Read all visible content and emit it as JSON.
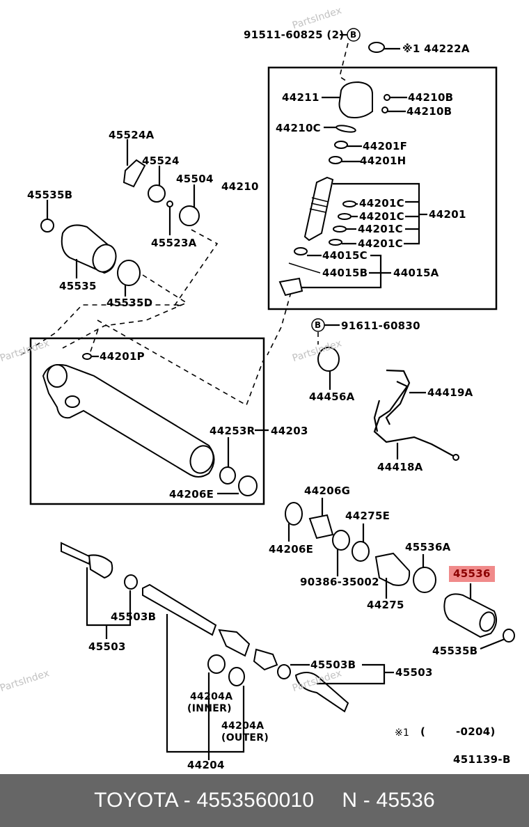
{
  "watermark": "PartsIndex",
  "labels": {
    "bolt_91511": "91511-60825 (2)",
    "ref_b_top": "B",
    "cap_44222A": "※1 44222A",
    "housing_44211": "44211",
    "bolt_44210B_1": "44210B",
    "bolt_44210B_2": "44210B",
    "ring_44210C": "44210C",
    "ring_44201F": "44201F",
    "ring_44201H": "44201H",
    "valve_44210": "44210",
    "ring_44201C_1": "44201C",
    "ring_44201C_2": "44201C",
    "ring_44201C_3": "44201C",
    "ring_44201C_4": "44201C",
    "assy_44201": "44201",
    "seal_44015C": "44015C",
    "seal_44015B": "44015B",
    "kit_44015A": "44015A",
    "seat_45524A": "45524A",
    "guide_45524": "45524",
    "cap_45504": "45504",
    "clip_45535B_top": "45535B",
    "nut_45523A": "45523A",
    "boot_45535": "45535",
    "clamp_45535D": "45535D",
    "ring_44201P": "44201P",
    "seal_44253R": "44253R",
    "housing_44203": "44203",
    "seal_44206E_box": "44206E",
    "ref_b_mid": "B",
    "bolt_91611": "91611-60830",
    "bracket_44456A": "44456A",
    "tube_44419A": "44419A",
    "tube_44418A": "44418A",
    "seal_44206G": "44206G",
    "ring_44275E": "44275E",
    "seal_44206E": "44206E",
    "clamp_45536A": "45536A",
    "bush_90386": "90386-35002",
    "guide_44275": "44275",
    "boot_45536": "45536",
    "clip_45535B_bottom": "45535B",
    "washer_45503B_left": "45503B",
    "end_45503_left": "45503",
    "washer_45503B_right": "45503B",
    "end_45503_right": "45503",
    "ring_44204A_inner": "44204A",
    "ring_44204A_inner_note": "(INNER)",
    "ring_44204A_outer": "44204A",
    "ring_44204A_outer_note": "(OUTER)",
    "rack_44204": "44204",
    "footnote_mark": "※1",
    "footnote_paren_open": "(",
    "footnote_range": "-0204)",
    "diagram_id": "451139-B"
  },
  "highlight_color": "#f08a8a",
  "footer": {
    "brand_part": "TOYOTA - 4553560010",
    "oem_ref": "N - 45536",
    "background": "#666666"
  }
}
